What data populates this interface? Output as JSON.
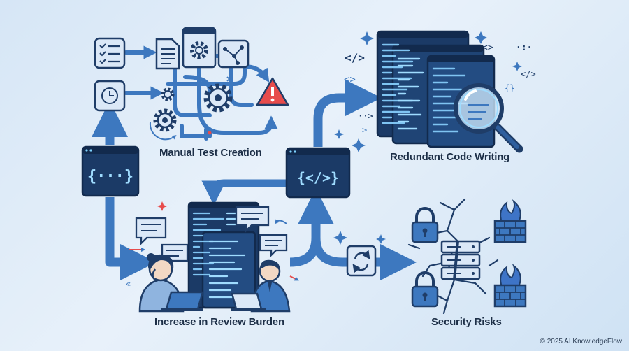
{
  "labels": {
    "manual_test": "Manual Test Creation",
    "redundant_code": "Redundant Code Writing",
    "review_burden": "Increase in Review Burden",
    "security_risks": "Security Risks"
  },
  "code_glyphs": {
    "braces_dots": "{···}",
    "braces_tag": "{</>}"
  },
  "footer": {
    "copyright": "© 2025 AI KnowledgeFlow"
  },
  "colors": {
    "background": "#dde9f6",
    "arrow": "#3d78bf",
    "dark_navy": "#1f3d68",
    "icon_fill": "#dbe8f7",
    "glow": "#7fd3ff",
    "warning": "#e74c4c",
    "fire": "#3e74c7"
  }
}
